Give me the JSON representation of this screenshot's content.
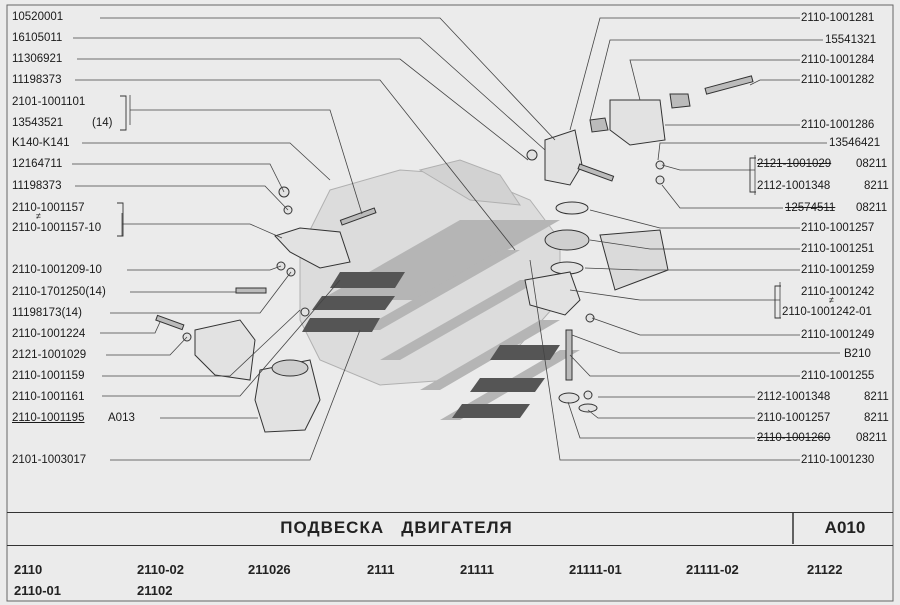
{
  "title": "ПОДВЕСКА   ДВИГАТЕЛЯ",
  "section_code": "A010",
  "left_labels": [
    {
      "text": "10520001"
    },
    {
      "text": "16105011"
    },
    {
      "text": "11306921"
    },
    {
      "text": "11198373"
    },
    {
      "text": "2101-1001101"
    },
    {
      "text": "13543521",
      "qty": "(14)"
    },
    {
      "text": "K140-K141"
    },
    {
      "text": "12164711"
    },
    {
      "text": "11198373"
    },
    {
      "text": "2110-1001157"
    },
    {
      "text": "2110-1001157-10"
    },
    {
      "text": "2110-1001209-10"
    },
    {
      "text": "2110-1701250(14)"
    },
    {
      "text": "11198173(14)"
    },
    {
      "text": "2110-1001224"
    },
    {
      "text": "2121-1001029"
    },
    {
      "text": "2110-1001159"
    },
    {
      "text": "2110-1001161"
    },
    {
      "text": "2110-1001195",
      "ref": "A013"
    },
    {
      "text": "2101-1003017"
    }
  ],
  "right_labels": [
    {
      "text": "2110-1001281"
    },
    {
      "text": "15541321"
    },
    {
      "text": "2110-1001284"
    },
    {
      "text": "2110-1001282"
    },
    {
      "text": "2110-1001286"
    },
    {
      "text": "13546421"
    },
    {
      "text": "2121-1001029",
      "variant": "08211"
    },
    {
      "text": "2112-1001348",
      "variant": "8211"
    },
    {
      "text": "12574511",
      "variant": "08211"
    },
    {
      "text": "2110-1001257"
    },
    {
      "text": "2110-1001251"
    },
    {
      "text": "2110-1001259"
    },
    {
      "text": "2110-1001242"
    },
    {
      "text": "2110-1001242-01"
    },
    {
      "text": "2110-1001249"
    },
    {
      "text": "B210"
    },
    {
      "text": "2110-1001255"
    },
    {
      "text": "2112-1001348",
      "variant": "8211"
    },
    {
      "text": "2110-1001257",
      "variant": "8211"
    },
    {
      "text": "2110-1001260",
      "variant": "08211"
    },
    {
      "text": "2110-1001230"
    }
  ],
  "alt_mark": "≠",
  "models": [
    "2110",
    "2110-02",
    "211026",
    "2111",
    "21111",
    "21111-01",
    "21111-02",
    "21122",
    "2110-01",
    "21102"
  ],
  "colors": {
    "background": "#ebebeb",
    "ink": "#1a1a1a",
    "line": "#444444",
    "stripe": "#555555",
    "logo": "#b5b5b5"
  }
}
